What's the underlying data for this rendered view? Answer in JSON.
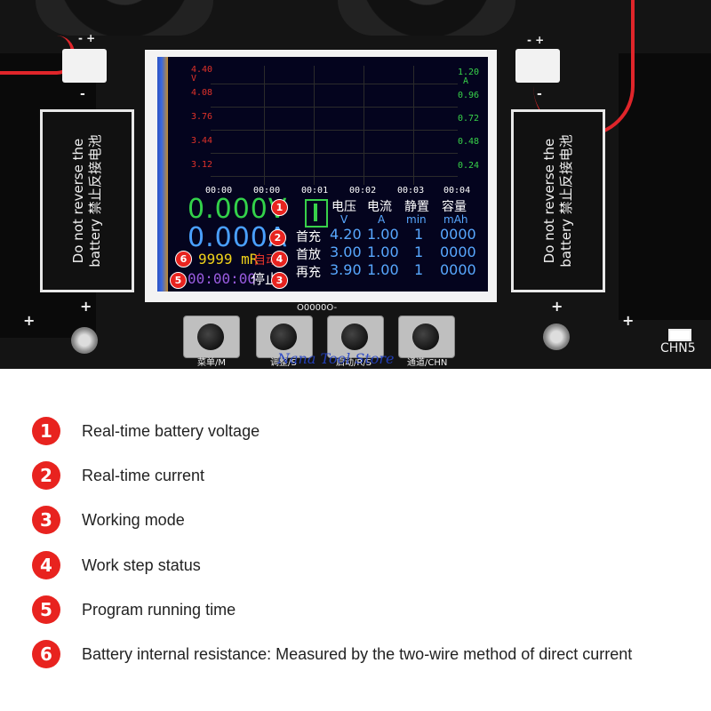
{
  "photo": {
    "pcb": {
      "top_left_polarity": "- +",
      "left_minus": "-",
      "top_right_polarity": "- +",
      "right_minus": "-",
      "bottom_plus_left": "+",
      "bottom_plus_left2": "+",
      "bottom_plus_right": "+",
      "bottom_plus_right2": "+",
      "channel_label": "CHN5",
      "oval_label": "O0000O-",
      "label_left": "Do not reverse the battery 禁止反接电池",
      "label_right": "Do not reverse the battery 禁止反接电池"
    },
    "lcd": {
      "left_axis": [
        "4.40",
        "V",
        "4.08",
        "3.76",
        "3.44",
        "3.12"
      ],
      "right_axis": [
        "1.20",
        "A",
        "0.96",
        "0.72",
        "0.48",
        "0.24"
      ],
      "time_ticks": [
        "00:00",
        "00:00",
        "00:01",
        "00:02",
        "00:03",
        "00:04"
      ],
      "voltage": "0.000V",
      "current": "0.000A",
      "resistance": "9999 mR",
      "mode_auto": "自动",
      "time": "00:00:00",
      "mode_stop": "停止",
      "headers": [
        {
          "top": "电压",
          "unit": "V"
        },
        {
          "top": "电流",
          "unit": "A"
        },
        {
          "top": "静置",
          "unit": "min"
        },
        {
          "top": "容量",
          "unit": "mAh"
        }
      ],
      "rows": [
        {
          "label": "首充",
          "v": "4.20",
          "a": "1.00",
          "min": "1",
          "mah": "0000"
        },
        {
          "label": "首放",
          "v": "3.00",
          "a": "1.00",
          "min": "1",
          "mah": "0000"
        },
        {
          "label": "再充",
          "v": "3.90",
          "a": "1.00",
          "min": "1",
          "mah": "0000"
        }
      ],
      "markers": [
        "1",
        "2",
        "6",
        "4",
        "5",
        "3"
      ]
    },
    "buttons": [
      "菜单/M",
      "调整/S",
      "启动/R/S",
      "通道/CHN"
    ],
    "watermark": "Nana Tool Store"
  },
  "legend": [
    {
      "num": "1",
      "text": "Real-time battery voltage"
    },
    {
      "num": "2",
      "text": "Real-time current"
    },
    {
      "num": "3",
      "text": "Working mode"
    },
    {
      "num": "4",
      "text": "Work step status"
    },
    {
      "num": "5",
      "text": "Program running time"
    },
    {
      "num": "6",
      "text": "Battery internal resistance: Measured by the two-wire method of direct current"
    }
  ],
  "colors": {
    "badge_red": "#e8231f",
    "lcd_green": "#38d24a",
    "lcd_blue": "#58a8ff",
    "lcd_red": "#e0322a",
    "lcd_purple": "#9a5ce0"
  }
}
